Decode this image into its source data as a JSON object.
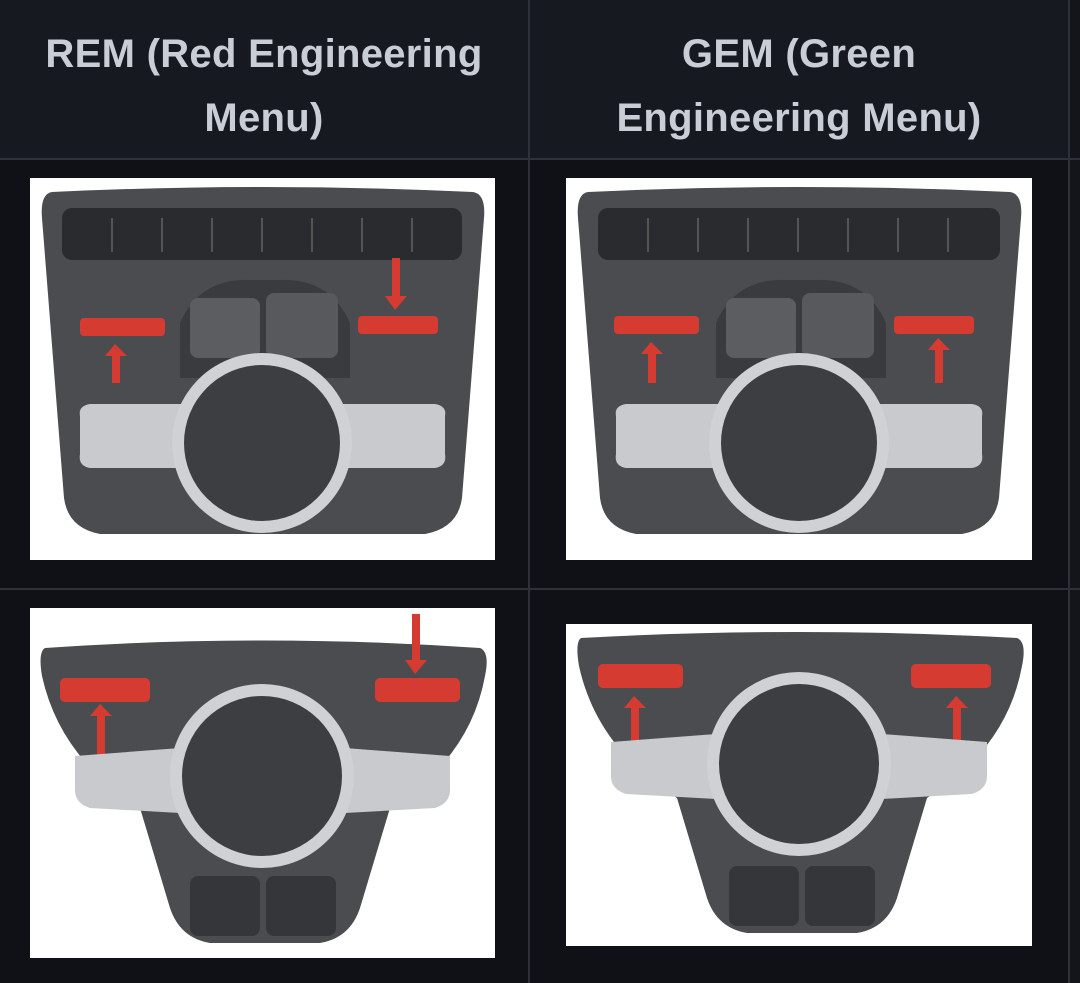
{
  "table": {
    "headers": [
      {
        "label": "REM (Red Engineering\nMenu)"
      },
      {
        "label": "GEM (Green\nEngineering Menu)"
      }
    ],
    "rows": [
      {
        "cells": [
          {
            "image": "full-mmi-controller-photo",
            "arrows": [
              "left-button-up-arrow",
              "right-button-down-arrow"
            ],
            "accent": "#d63b32"
          },
          {
            "image": "full-mmi-controller-photo",
            "arrows": [
              "left-button-up-arrow",
              "right-button-up-arrow"
            ],
            "accent": "#d63b32"
          }
        ]
      },
      {
        "cells": [
          {
            "image": "compact-mmi-controller-photo",
            "arrows": [
              "left-button-up-arrow",
              "right-button-down-arrow"
            ],
            "accent": "#d63b32"
          },
          {
            "image": "compact-mmi-controller-photo",
            "arrows": [
              "left-button-up-arrow",
              "right-button-up-arrow"
            ],
            "accent": "#d63b32"
          }
        ]
      }
    ]
  },
  "colors": {
    "background": "#13151b",
    "header_text": "#c9ced6",
    "grid_line": "#2c313a",
    "highlight": "#d63b32"
  }
}
